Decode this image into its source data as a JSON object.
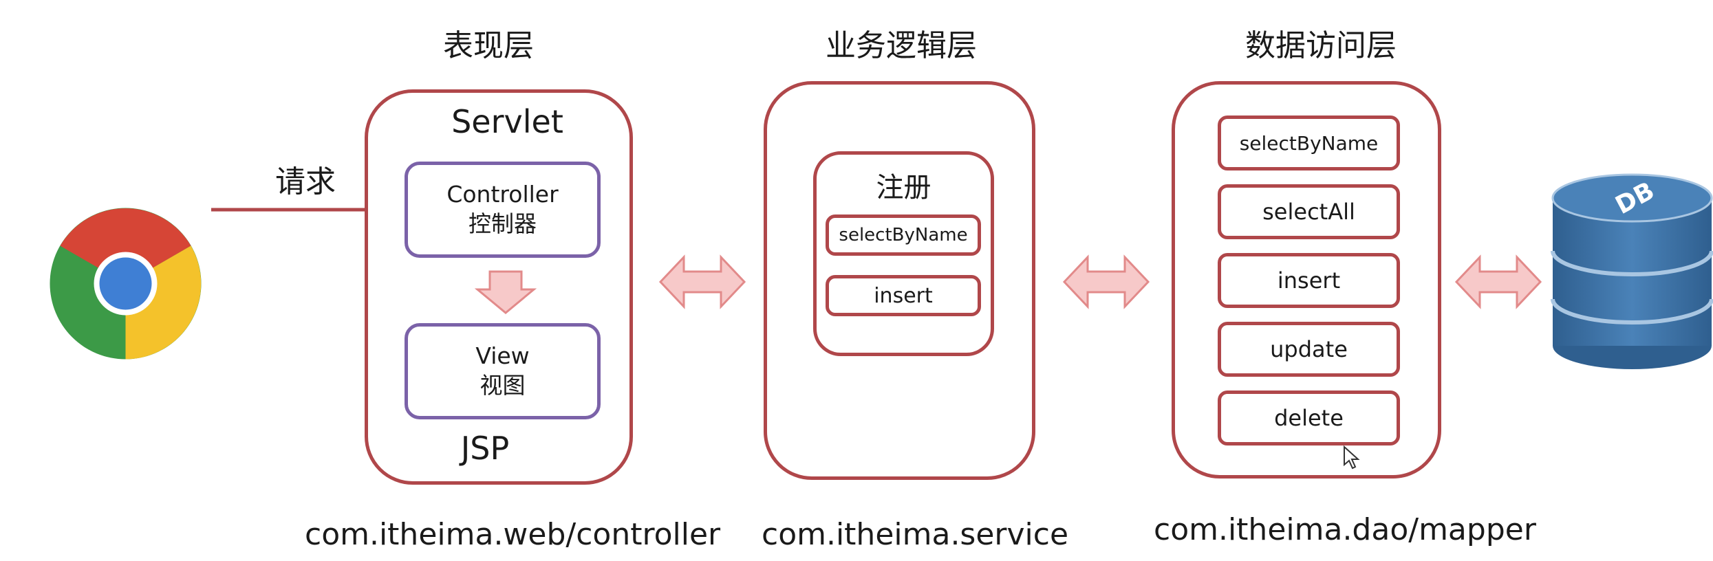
{
  "colors": {
    "layer_border": "#b0474a",
    "controller_border": "#7b62a8",
    "arrow_fill": "#f7c9c9",
    "arrow_stroke": "#e28a8a",
    "request_line": "#b0474a",
    "db_blue": "#3f74a8",
    "top_partial_text": "#c0504d"
  },
  "headers": {
    "presentation": "表现层",
    "business": "业务逻辑层",
    "data_access": "数据访问层"
  },
  "presentation": {
    "servlet_label": "Servlet",
    "jsp_label": "JSP",
    "controller_line1": "Controller",
    "controller_line2": "控制器",
    "view_line1": "View",
    "view_line2": "视图",
    "package": "com.itheima.web/controller"
  },
  "request_label": "请求",
  "business": {
    "group_title": "注册",
    "methods": [
      "selectByName",
      "insert"
    ],
    "package": "com.itheima.service"
  },
  "data_access": {
    "methods": [
      "selectByName",
      "selectAll",
      "insert",
      "update",
      "delete"
    ],
    "package": "com.itheima.dao/mapper"
  },
  "database": {
    "label": "DB"
  },
  "icons": {
    "browser": "chrome-browser-icon",
    "database": "database-cylinder-icon",
    "cursor": "mouse-cursor-icon"
  }
}
